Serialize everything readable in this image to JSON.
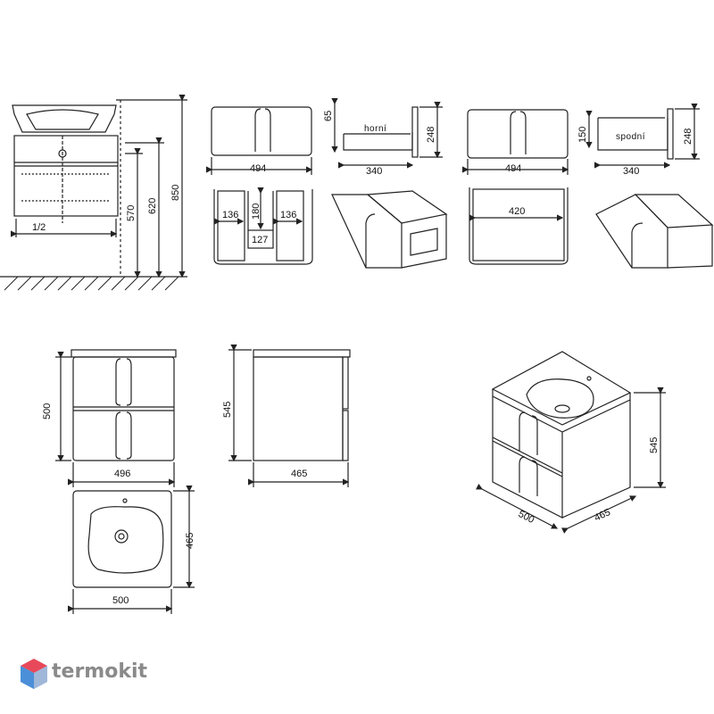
{
  "brand": {
    "name": "termokit",
    "logo_colors": [
      "#e8495a",
      "#4a8fd8",
      "#9fb7d9",
      "#c9d8ec"
    ],
    "text_color": "#8a8a8a"
  },
  "labels": {
    "horni": "horní",
    "spodni": "spodní"
  },
  "dimensions": {
    "side_half": "1/2",
    "h570": "570",
    "h620": "620",
    "h850": "850",
    "upper_front_w": "494",
    "upper_front_h": "65",
    "upper_drawer_depth": "340",
    "upper_drawer_h": "248",
    "upper_inner_left": "136",
    "upper_inner_right": "136",
    "upper_inner_mid_h": "180",
    "upper_inner_mid_w": "127",
    "lower_front_w": "494",
    "lower_drawer_h_small": "150",
    "lower_drawer_h": "248",
    "lower_drawer_depth": "340",
    "lower_inner_w": "420",
    "front_h": "500",
    "front_w": "496",
    "side_h": "545",
    "side_w": "465",
    "top_depth": "465",
    "top_w": "500",
    "iso_h": "545",
    "iso_w": "500",
    "iso_d": "465"
  },
  "colors": {
    "line": "#222222",
    "background": "#ffffff"
  }
}
